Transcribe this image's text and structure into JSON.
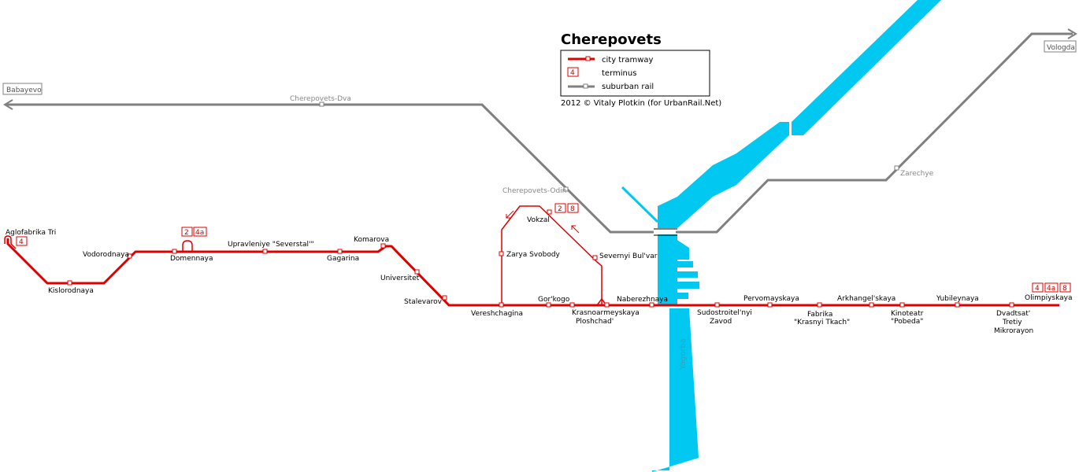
{
  "title": "Cherepovets",
  "legend": {
    "tram": "city tramway",
    "terminus_sample": "4",
    "terminus": "terminus",
    "rail": "suburban rail"
  },
  "credit": "2012 © Vitaly Plotkin (for UrbanRail.Net)",
  "river": "Yagorba",
  "colors": {
    "tram": "#dd0000",
    "rail": "#808080",
    "water": "#00c8f0"
  },
  "destinations": {
    "west": "Babayevo",
    "east": "Vologda"
  },
  "rail_stations": {
    "dva": "Cherepovets-Dva",
    "odin": "Cherepovets-Odin",
    "zarechye": "Zarechye"
  },
  "tram_stations": {
    "aglofabrika": "Aglofabrika Tri",
    "kislorodnaya": "Kislorodnaya",
    "vodorodnaya": "Vodorodnaya",
    "domennaya": "Domennaya",
    "upravleniye": "Upravleniye \"Severstal'\"",
    "gagarina": "Gagarina",
    "komarova": "Komarova",
    "universitet": "Universitet",
    "stalevarov": "Stalevarov",
    "vereshchagina": "Vereshchagina",
    "zarya": "Zarya Svobody",
    "vokzal": "Vokzal",
    "severnyi": "Severnyi Bul'var",
    "gorkogo": "Gor'kogo",
    "krasnoarm_1": "Krasnoarmeyskaya",
    "krasnoarm_2": "Ploshchad'",
    "naberezhnaya": "Naberezhnaya",
    "sudostroitel_1": "Sudostroitel'nyi",
    "sudostroitel_2": "Zavod",
    "pervomayskaya": "Pervomayskaya",
    "fabrika_1": "Fabrika",
    "fabrika_2": "\"Krasnyi Tkach\"",
    "arkhangelskaya": "Arkhangel'skaya",
    "kinoteatr_1": "Kinoteatr",
    "kinoteatr_2": "\"Pobeda\"",
    "yubileynaya": "Yubileynaya",
    "dvadtsat_1": "Dvadtsat'",
    "dvadtsat_2": "Tretiy",
    "dvadtsat_3": "Mikrorayon",
    "olimpiyskaya": "Olimpiyskaya"
  },
  "routes": {
    "aglofabrika": [
      "4"
    ],
    "domennaya": [
      "2",
      "4a"
    ],
    "vokzal": [
      "2",
      "8"
    ],
    "olimpiyskaya": [
      "4",
      "4a",
      "8"
    ]
  }
}
